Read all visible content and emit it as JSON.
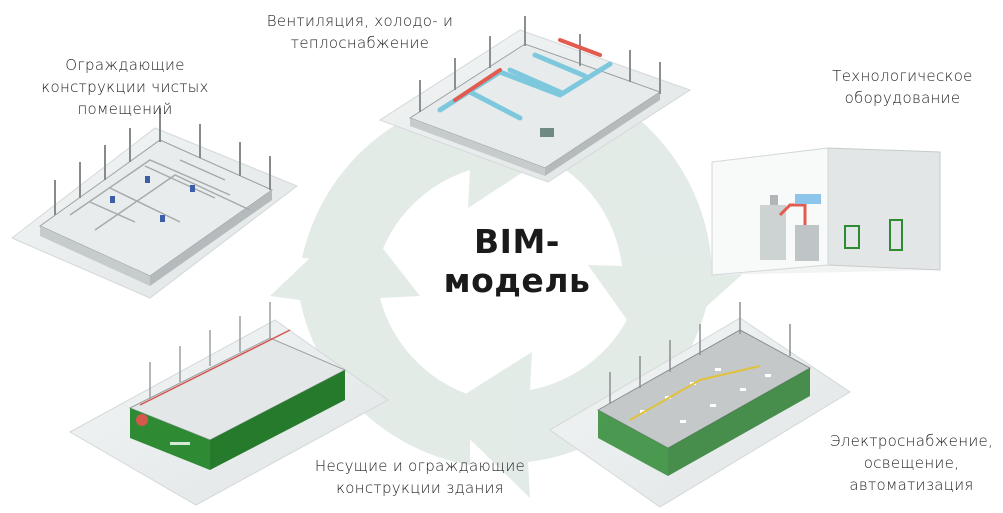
{
  "center_title": "BIM-модель",
  "labels": {
    "cleanroom": [
      "Ограждающие",
      "конструкции чистых",
      "помещений"
    ],
    "hvac": [
      "Вентиляция, холодо- и",
      "теплоснабжение"
    ],
    "equipment": [
      "Технологическое",
      "оборудование"
    ],
    "building": [
      "Несущие и ограждающие",
      "конструкции здания"
    ],
    "electric": [
      "Электроснабжение,",
      "освещение,",
      "автоматизация"
    ]
  },
  "colors": {
    "cycle_arrow": "#dfe9e4",
    "duct_blue": "#7ec8de",
    "duct_red": "#e35b4f",
    "facade_green": "#2f8a34",
    "cable_yellow": "#e0c23a",
    "model_gray": "#8a8f91"
  },
  "icons": [
    "cycle-arrows-icon"
  ]
}
